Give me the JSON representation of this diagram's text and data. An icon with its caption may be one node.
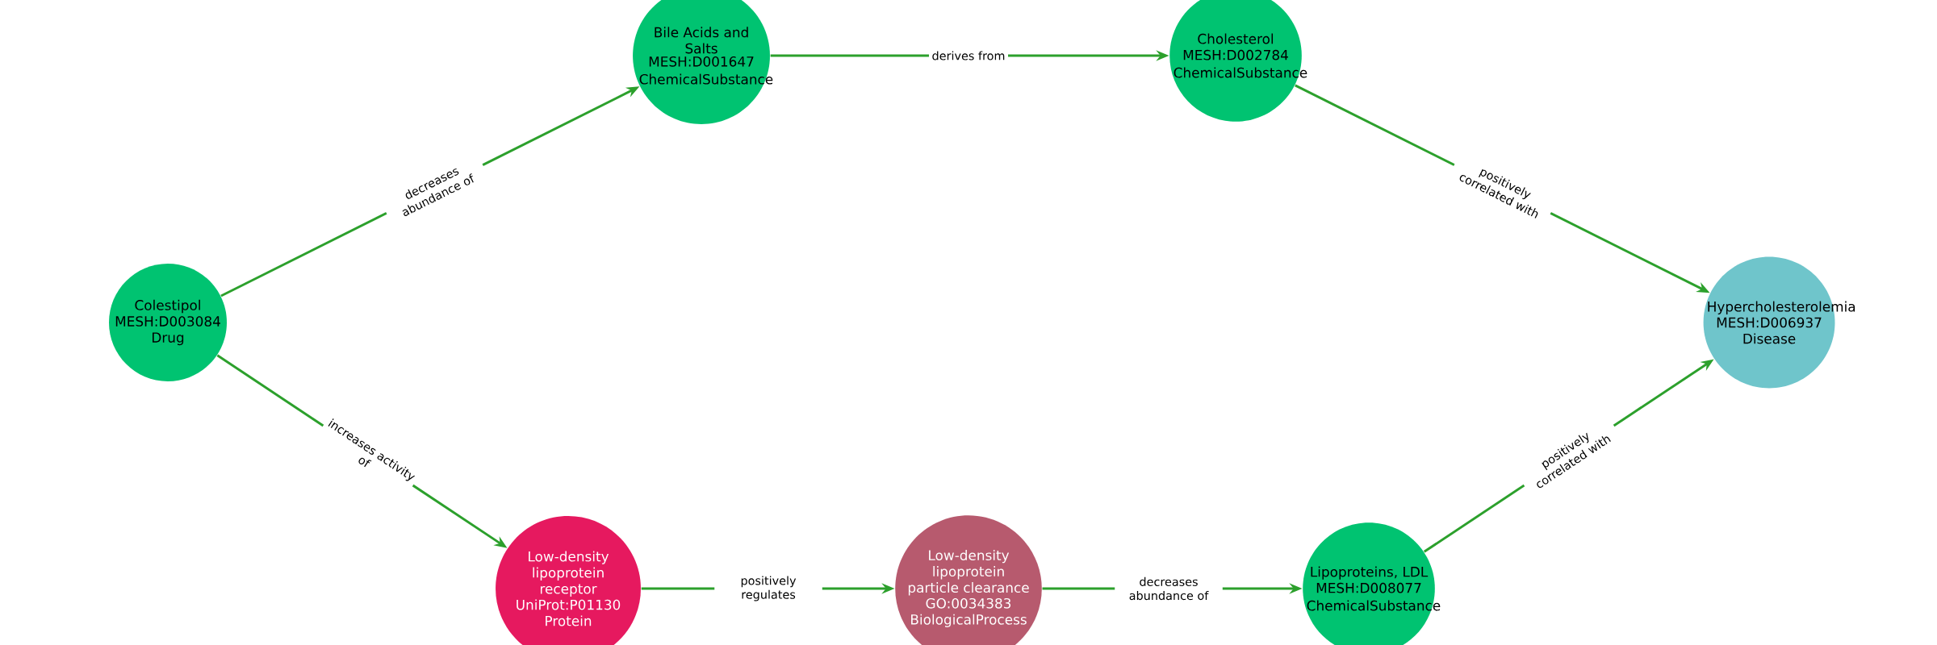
{
  "diagram": {
    "nodes": [
      {
        "text": [
          "Colestipol",
          "MESH:D003084",
          "Drug"
        ]
      },
      {
        "text": [
          "Bile Acids and Salts",
          "MESH:D001647",
          "ChemicalSubstance"
        ]
      },
      {
        "text": [
          "Cholesterol",
          "MESH:D002784",
          "ChemicalSubstance"
        ]
      },
      {
        "text": [
          "Hypercholesterolemia",
          "MESH:D006937",
          "Disease"
        ]
      },
      {
        "text": [
          "Low-density lipoprotein receptor",
          "UniProt:P01130",
          "Protein"
        ]
      },
      {
        "text": [
          "Low-density lipoprotein particle clearance",
          "GO:0034383",
          "BiologicalProcess"
        ]
      },
      {
        "text": [
          "Lipoproteins, LDL",
          "MESH:D008077",
          "ChemicalSubstance"
        ]
      }
    ],
    "edges": [
      {
        "from": 0,
        "to": 1,
        "arrow": "to",
        "label": "decreases abundance of"
      },
      {
        "from": 1,
        "to": 2,
        "arrow": "to",
        "label": "derives from"
      },
      {
        "from": 2,
        "to": 3,
        "arrow": "to",
        "label": "positively correlated with"
      },
      {
        "from": 0,
        "to": 4,
        "arrow": "to",
        "label": "increases activity of"
      },
      {
        "from": 4,
        "to": 5,
        "arrow": "to",
        "label": "positively regulates"
      },
      {
        "from": 5,
        "to": 6,
        "arrow": "to",
        "label": "decreases abundance of"
      },
      {
        "from": 6,
        "to": 3,
        "arrow": "to",
        "label": "positively correlated with"
      }
    ]
  }
}
